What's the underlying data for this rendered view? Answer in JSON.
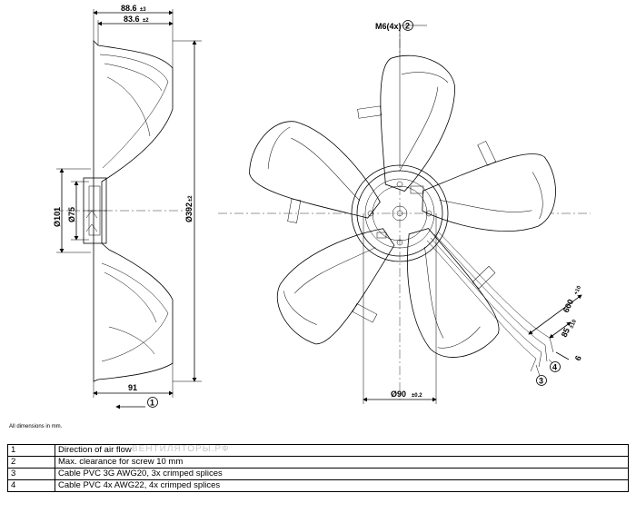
{
  "dimensions": {
    "depth_total": {
      "value": "88.6",
      "tol": "±3"
    },
    "depth_blade": {
      "value": "83.6",
      "tol": "±2"
    },
    "hub_dia": {
      "value": "Ø101"
    },
    "shaft_dia": {
      "value": "Ø75"
    },
    "fan_dia": {
      "value": "Ø392",
      "tol": "±2"
    },
    "length_91": {
      "value": "91"
    },
    "screw": {
      "value": "M6(4x)"
    },
    "bolt_circle": {
      "value": "Ø90",
      "tol": "±0.2"
    },
    "cable_600": {
      "value": "600",
      "tol": "+10"
    },
    "cable_85": {
      "value": "85",
      "tol": "±10"
    },
    "cable_6": {
      "value": "6"
    }
  },
  "callouts": {
    "airflow": "1",
    "screw": "2",
    "cable_pvc3": "3",
    "cable_pvc4": "4"
  },
  "note": "All dimensions in mm.",
  "watermark": "ВЕНТИЛЯТОРЫ.РФ",
  "legend": [
    {
      "num": "1",
      "text": "Direction of air flow"
    },
    {
      "num": "2",
      "text": "Max. clearance for screw 10 mm"
    },
    {
      "num": "3",
      "text": "Cable PVC 3G AWG20, 3x crimped splices"
    },
    {
      "num": "4",
      "text": "Cable PVC 4x AWG22, 4x crimped splices"
    }
  ]
}
